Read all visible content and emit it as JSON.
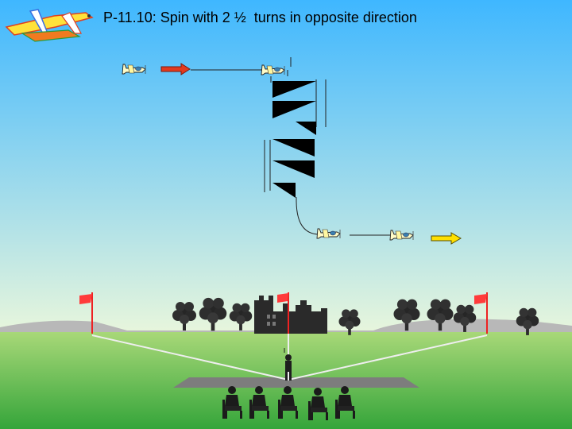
{
  "title": "P-11.10: Spin with 2 ½  turns in opposite direction",
  "icons": {
    "logo": "model-aerobatic-airplane-icon",
    "entry_arrow": "red-arrow-right-icon",
    "exit_arrow": "yellow-arrow-right-icon",
    "aircraft": "small-airplane-icon",
    "flag": "pole-flag-icon",
    "pilot": "pilot-silhouette-icon",
    "judge": "seated-judge-icon"
  },
  "colors": {
    "sky_top": "#3fb7ff",
    "sky_bottom": "#e8f6dc",
    "grass_top": "#a8d878",
    "grass_bottom": "#35a53a",
    "entry_arrow": "#e23a1e",
    "exit_arrow": "#ffe000",
    "spin_marker": "#000000",
    "flag": "#ff3b3b",
    "pole": "#ee2222"
  },
  "figure": {
    "entry_planes": 2,
    "exit_planes": 2,
    "spin_markers": 6,
    "judges": 5
  }
}
